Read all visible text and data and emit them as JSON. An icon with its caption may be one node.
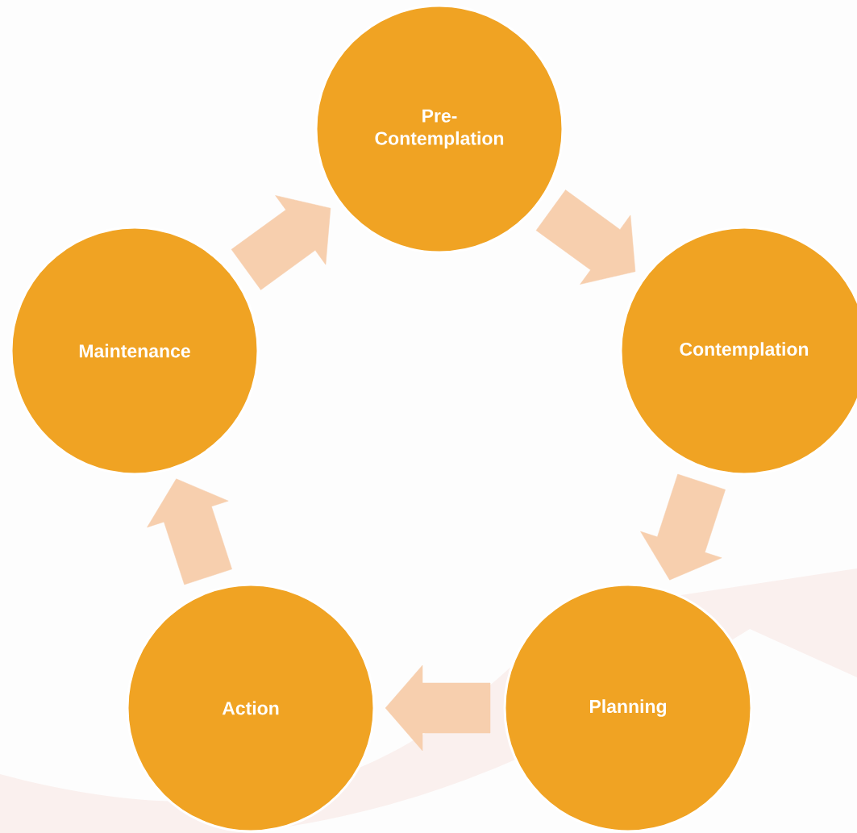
{
  "diagram": {
    "nodes": [
      {
        "text": [
          "Pre- Contemplation"
        ]
      },
      {
        "text": [
          "Contemplation"
        ]
      },
      {
        "text": [
          "Planning"
        ]
      },
      {
        "text": [
          "Action"
        ]
      },
      {
        "text": [
          "Maintenance"
        ]
      }
    ],
    "edges": [
      {
        "from": 0,
        "to": 1,
        "arrow": "to"
      },
      {
        "from": 1,
        "to": 2,
        "arrow": "to"
      },
      {
        "from": 2,
        "to": 3,
        "arrow": "to"
      },
      {
        "from": 3,
        "to": 4,
        "arrow": "to"
      },
      {
        "from": 4,
        "to": 0,
        "arrow": "to"
      }
    ]
  }
}
